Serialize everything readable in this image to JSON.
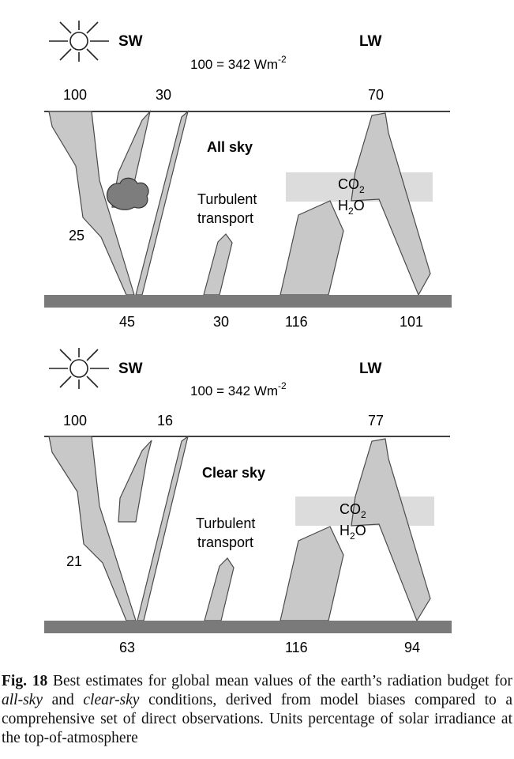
{
  "colors": {
    "arrow_fill": "#c8c8c8",
    "arrow_stroke": "#4a4a4a",
    "surface": "#7a7a7a",
    "cloud": "#7d7d7d",
    "band": "#dcdcdc",
    "line": "#000000"
  },
  "icons": {
    "sun": "sun-icon",
    "cloud": "cloud-icon"
  },
  "panels": [
    {
      "sw_label": "SW",
      "lw_label": "LW",
      "scale_main": "100 = 342 Wm",
      "scale_exp": "-2",
      "sky_label": "All sky",
      "turbulent_line1": "Turbulent",
      "turbulent_line2": "transport",
      "gas1_base": "CO",
      "gas1_sub": "2",
      "gas2_base": "H",
      "gas2_sub": "2",
      "gas2_tail": "O",
      "incoming": "100",
      "reflected": "30",
      "outgoing_lw": "70",
      "sw_reflected_surface": "25",
      "sw_absorbed_surface": "45",
      "sensible": "30",
      "lw_up": "116",
      "lw_down": "101"
    },
    {
      "sw_label": "SW",
      "lw_label": "LW",
      "scale_main": "100 = 342 Wm",
      "scale_exp": "-2",
      "sky_label": "Clear sky",
      "turbulent_line1": "Turbulent",
      "turbulent_line2": "transport",
      "gas1_base": "CO",
      "gas1_sub": "2",
      "gas2_base": "H",
      "gas2_sub": "2",
      "gas2_tail": "O",
      "incoming": "100",
      "reflected": "16",
      "outgoing_lw": "77",
      "sw_reflected_surface": "21",
      "sw_absorbed_surface": "63",
      "lw_up": "116",
      "lw_down": "94"
    }
  ],
  "caption": {
    "label": "Fig. 18",
    "part1": " Best estimates for global mean values of the earth’s radiation budget for ",
    "em1": "all-sky",
    "part2": " and ",
    "em2": "clear-sky",
    "part3": " conditions, derived from model biases compared to a comprehensive set of direct observations. Units percentage of solar irradiance at the top-of-atmosphere"
  }
}
